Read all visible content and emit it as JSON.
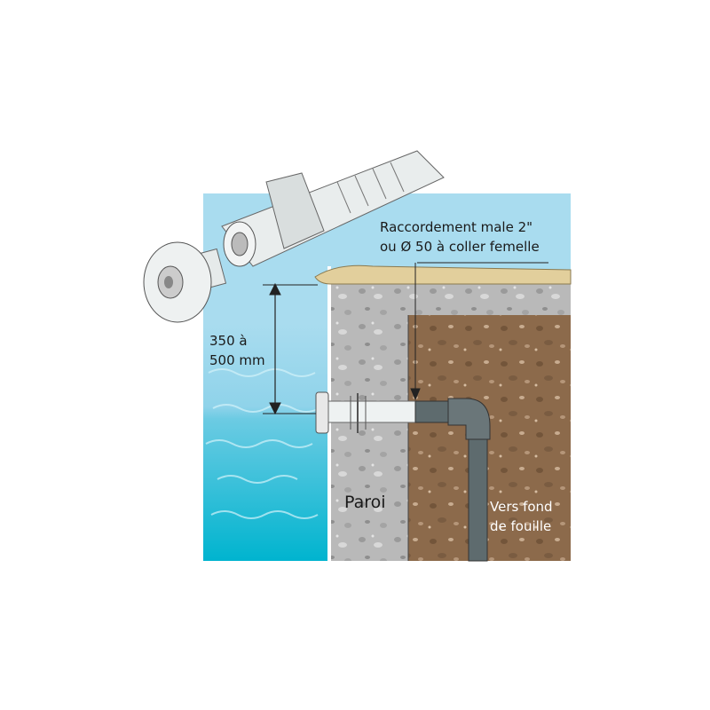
{
  "labels": {
    "connection_line1": "Raccordement male  2\"",
    "connection_line2": "ou Ø 50 à coller femelle",
    "depth_line1": "350 à",
    "depth_line2": "500 mm",
    "wall": "Paroi",
    "drain_line1": "Vers fond",
    "drain_line2": "de fouille"
  },
  "colors": {
    "sky": "#a9dcef",
    "water": "#16bcd6",
    "concrete": "#b9b9b9",
    "soil": "#8c6a4b",
    "coping": "#e2cf9c",
    "pipe": "#5e6b6e"
  }
}
